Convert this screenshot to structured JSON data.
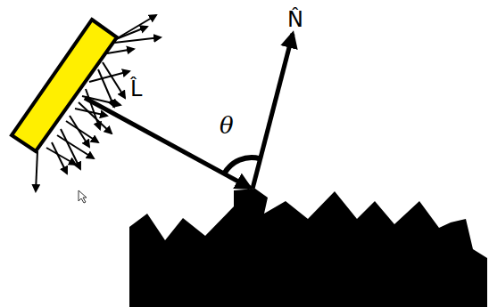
{
  "diagram": {
    "labels": [
      "L̂",
      "N̂",
      "θ"
    ]
  }
}
